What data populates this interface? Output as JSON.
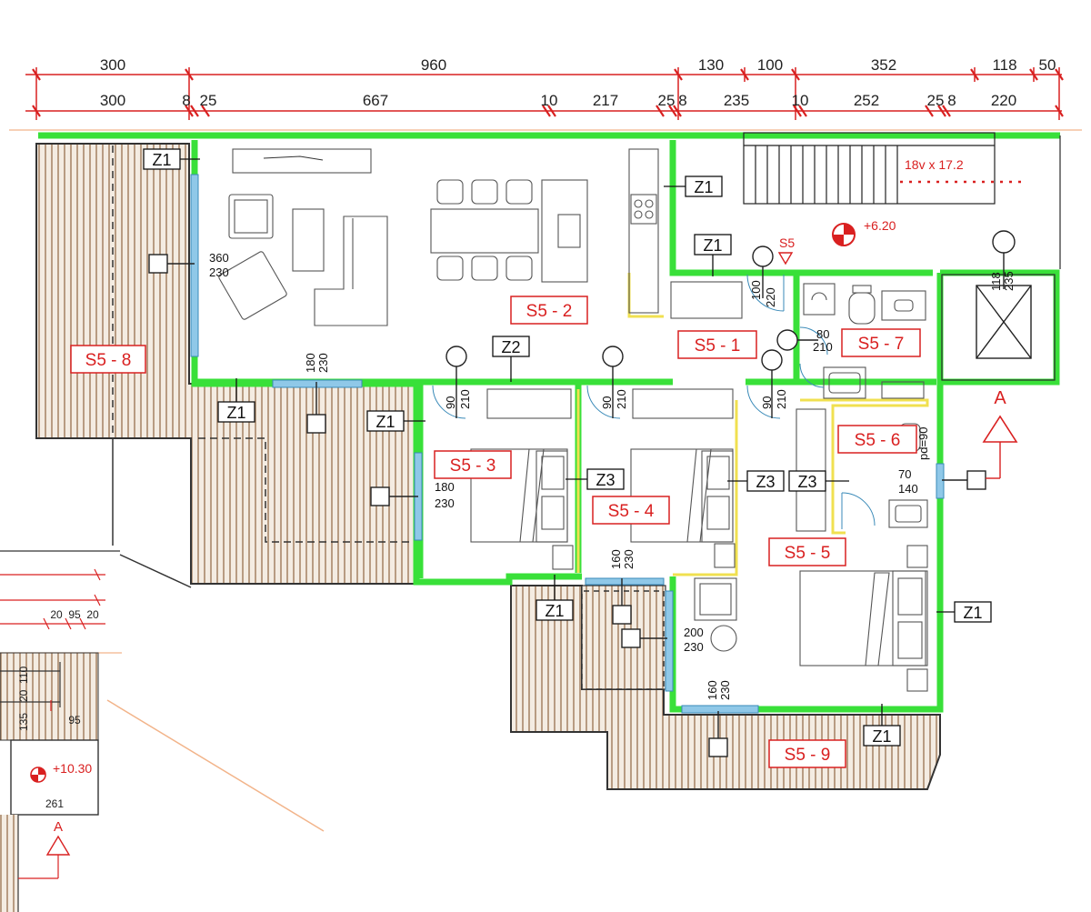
{
  "colors": {
    "dim_line": "#d92020",
    "wall": "#39e039",
    "terrace": "#b89a7a",
    "window": "#8fc8e8",
    "room_label": "#d92020"
  },
  "dims_top": [
    "300",
    "960",
    "130",
    "100",
    "352",
    "118",
    "50"
  ],
  "dims_second": [
    "300",
    "8",
    "25",
    "667",
    "10",
    "217",
    "25",
    "8",
    "235",
    "10",
    "252",
    "25",
    "8",
    "220"
  ],
  "rooms": {
    "r1": "S5 - 1",
    "r2": "S5 - 2",
    "r3": "S5 - 3",
    "r4": "S5 - 4",
    "r5": "S5 - 5",
    "r6": "S5 - 6",
    "r7": "S5 - 7",
    "r8": "S5 - 8",
    "r9": "S5 - 9"
  },
  "tags": {
    "z1": "Z1",
    "z2": "Z2",
    "z3": "Z3"
  },
  "windows": {
    "w360": [
      "360",
      "230"
    ],
    "w180a": [
      "180",
      "230"
    ],
    "w180b": [
      "180",
      "230"
    ],
    "w160a": [
      "160",
      "230"
    ],
    "w200": [
      "200",
      "230"
    ],
    "w160b": [
      "160",
      "230"
    ],
    "w70": [
      "70",
      "140"
    ]
  },
  "doors": {
    "d100": [
      "100",
      "220"
    ],
    "d80": [
      "80",
      "210"
    ],
    "d90": [
      "90",
      "210"
    ],
    "d118": [
      "118",
      "235"
    ]
  },
  "stairs_label": "18v x 17.2",
  "level_main": "+6.20",
  "level_inset": "+10.30",
  "s5_marker": "S5",
  "section_mark": "A",
  "pd_label": "pd=90",
  "inset_dims": [
    "20",
    "95",
    "20",
    "135",
    "20",
    "110",
    "95",
    "261"
  ]
}
